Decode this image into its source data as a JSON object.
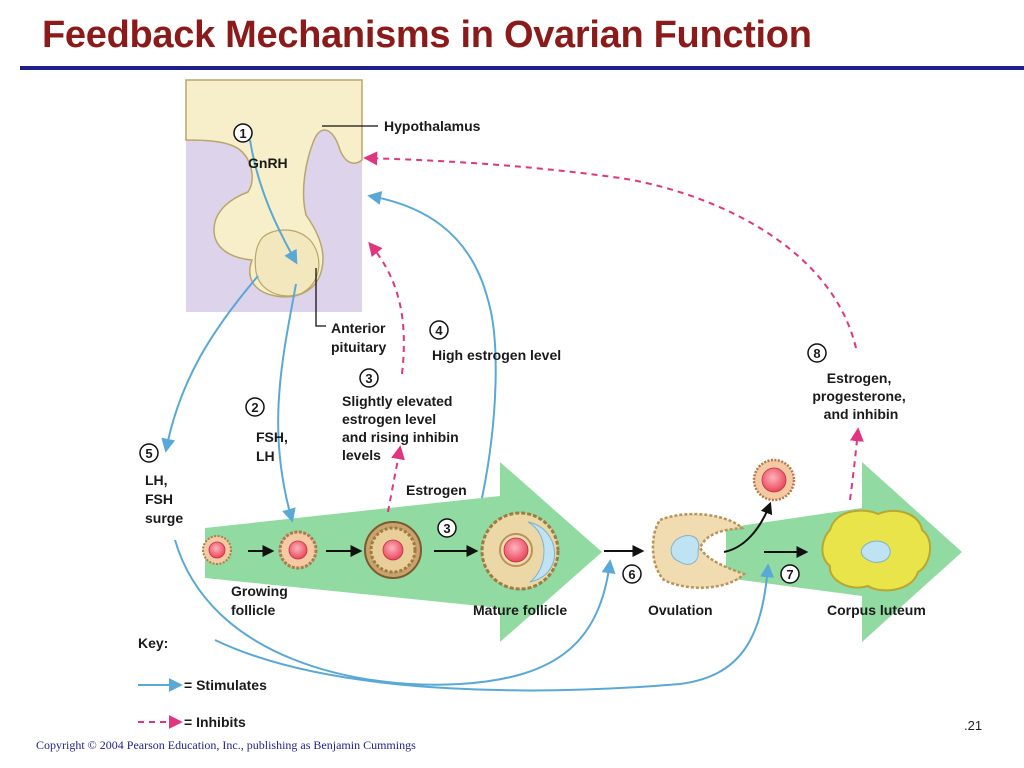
{
  "slide": {
    "title": "Feedback Mechanisms in Ovarian Function",
    "copyright": "Copyright © 2004 Pearson Education, Inc., publishing as Benjamin Cummings",
    "slide_number": ".21"
  },
  "diagram": {
    "structures": {
      "hypothalamus": "Hypothalamus",
      "gnrh": "GnRH",
      "anterior_pituitary": [
        "Anterior",
        "pituitary"
      ]
    },
    "steps": [
      {
        "number": "1"
      },
      {
        "number": "2",
        "label": [
          "FSH,",
          "LH"
        ]
      },
      {
        "number": "3",
        "label": [
          "Slightly elevated",
          "estrogen level",
          "and rising inhibin",
          "levels"
        ]
      },
      {
        "number": "3"
      },
      {
        "number": "4",
        "label": [
          "High estrogen level"
        ]
      },
      {
        "number": "5",
        "label": [
          "LH,",
          "FSH",
          "surge"
        ]
      },
      {
        "number": "6"
      },
      {
        "number": "7"
      },
      {
        "number": "8",
        "label": [
          "Estrogen,",
          "progesterone,",
          "and inhibin"
        ]
      }
    ],
    "estrogen_label": "Estrogen",
    "stages": {
      "growing_follicle": [
        "Growing",
        "follicle"
      ],
      "mature_follicle": "Mature follicle",
      "ovulation": "Ovulation",
      "corpus_luteum": "Corpus luteum"
    },
    "key": {
      "title": "Key:",
      "stimulates": "= Stimulates",
      "inhibits": "= Inhibits"
    },
    "colors": {
      "title": "#8b1a1a",
      "rule": "#1f1f8a",
      "stimulate_arrow": "#5aa8d6",
      "inhibit_arrow": "#e0357f",
      "brain_tissue": "#f7efc9",
      "pituitary_bg": "#ddd3ea",
      "green_arrow": "#7ed491",
      "corpus_luteum": "#e9e44a"
    }
  }
}
